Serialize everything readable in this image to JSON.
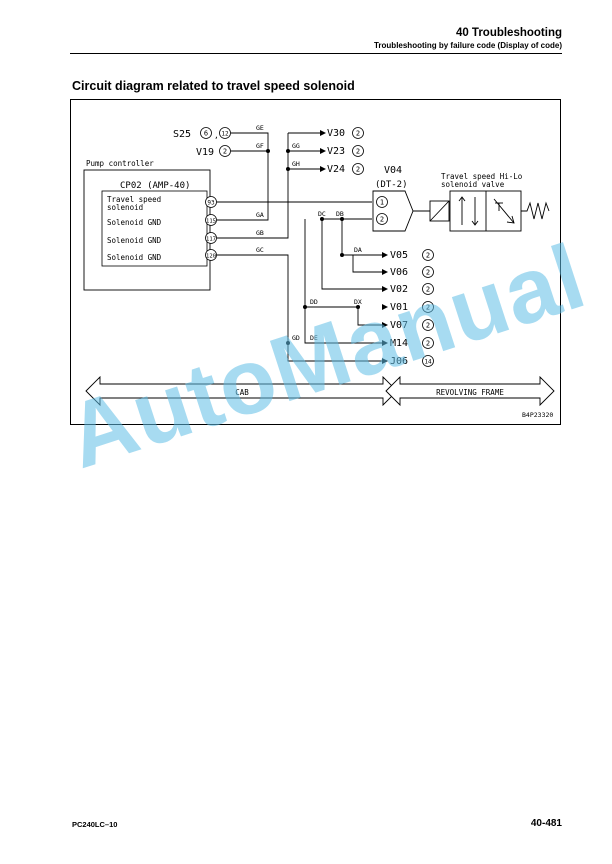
{
  "header": {
    "title": "40 Troubleshooting",
    "subtitle": "Troubleshooting by failure code (Display of code)"
  },
  "section_title": "Circuit diagram related to travel speed solenoid",
  "diagram": {
    "controller_label": "Pump controller",
    "connector_name": "CP02 (AMP-40)",
    "pins": [
      {
        "num": "93",
        "label1": "Travel speed",
        "label2": "solenoid"
      },
      {
        "num": "115",
        "label1": "Solenoid GND",
        "label2": ""
      },
      {
        "num": "117",
        "label1": "Solenoid GND",
        "label2": ""
      },
      {
        "num": "120",
        "label1": "Solenoid GND",
        "label2": ""
      }
    ],
    "top_left": [
      {
        "name": "S25",
        "pins": [
          "6",
          "12"
        ]
      },
      {
        "name": "V19",
        "pins": [
          "2"
        ]
      }
    ],
    "top_right": [
      {
        "name": "V30",
        "pin": "2"
      },
      {
        "name": "V23",
        "pin": "2"
      },
      {
        "name": "V24",
        "pin": "2"
      }
    ],
    "wire_labels": [
      "GE",
      "GF",
      "GG",
      "GH",
      "GA",
      "GB",
      "GC",
      "DC",
      "DB",
      "DA",
      "DD",
      "DX",
      "GD",
      "DE"
    ],
    "outputs": [
      {
        "name": "V05",
        "pin": "2"
      },
      {
        "name": "V06",
        "pin": "2"
      },
      {
        "name": "V02",
        "pin": "2"
      },
      {
        "name": "V01",
        "pin": "2"
      },
      {
        "name": "V07",
        "pin": "2"
      },
      {
        "name": "M14",
        "pin": "2"
      },
      {
        "name": "J06",
        "pin": "14"
      }
    ],
    "v04": {
      "name": "V04",
      "type": "(DT-2)",
      "pins": [
        "1",
        "2"
      ]
    },
    "valve_label1": "Travel speed Hi-Lo",
    "valve_label2": "solenoid valve",
    "zone_left": "CAB",
    "zone_right": "REVOLVING FRAME",
    "figure_code": "B4P23320"
  },
  "watermark": "AutoManual",
  "footer": {
    "model": "PC240LC–10",
    "page": "40-481"
  }
}
